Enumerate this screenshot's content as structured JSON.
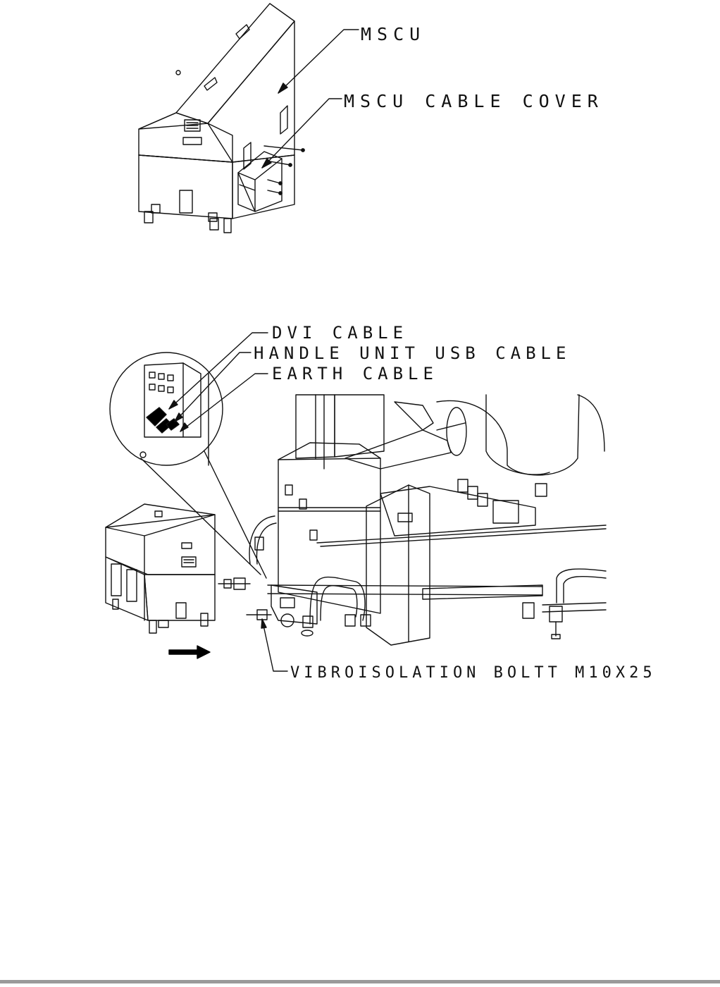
{
  "labels": {
    "mscu": "MSCU",
    "mscu_cable_cover": "MSCU CABLE COVER",
    "dvi_cable": "DVI CABLE",
    "handle_unit_usb_cable": "HANDLE UNIT USB CABLE",
    "earth_cable": "EARTH CABLE",
    "vibroisolation_bolt": "VIBROISOLATION BOLTT M10X25"
  },
  "colors": {
    "line": "#111111",
    "fill_dark": "#000000",
    "footer_rule": "#9a9a9a"
  }
}
